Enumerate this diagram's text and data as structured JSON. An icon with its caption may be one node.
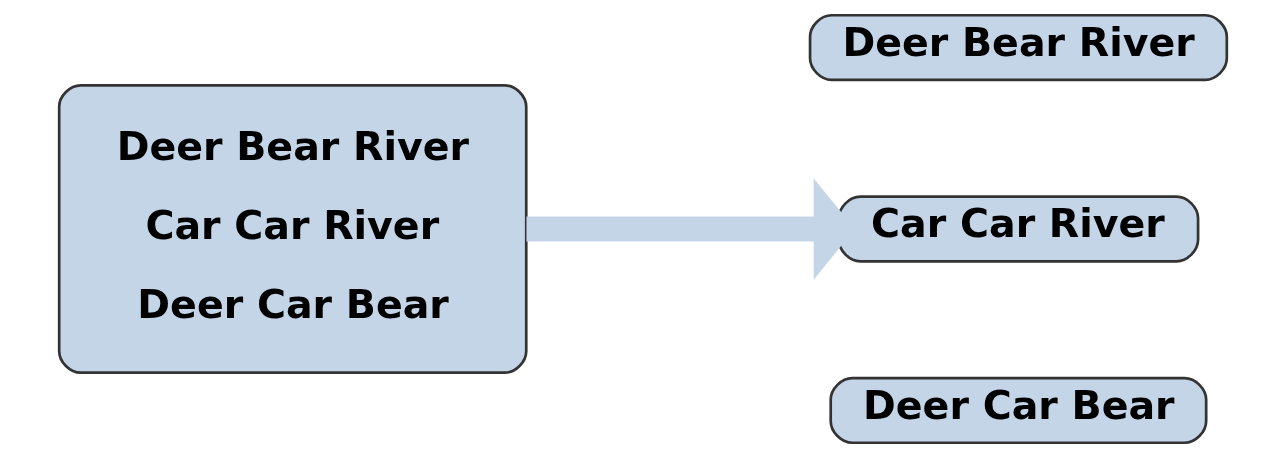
{
  "diagram": {
    "nodes": [
      {
        "text": [
          "Deer Bear River",
          "Car Car River",
          "Deer Car Bear"
        ]
      },
      {
        "text": [
          "Deer Bear River"
        ]
      },
      {
        "text": [
          "Car Car River"
        ]
      },
      {
        "text": [
          "Deer Car Bear"
        ]
      }
    ],
    "edges": [
      {
        "from": 0,
        "to": 2,
        "arrow": "to"
      }
    ]
  }
}
